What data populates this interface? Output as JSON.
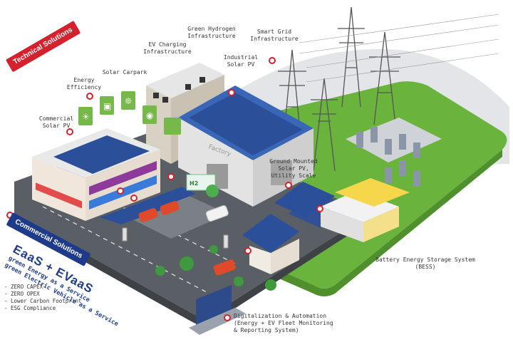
{
  "ribbons": {
    "technical": "Technical Solutions",
    "commercial": "Commercial Solutions"
  },
  "labels": {
    "commercial_solar_pv": "Commercial\nSolar PV",
    "energy_efficiency": "Energy\nEfficiency",
    "solar_carpark": "Solar Carpark",
    "ev_charging": "EV Charging\nInfrastructure",
    "green_hydrogen": "Green Hydrogen\nInfrastructure",
    "smart_grid": "Smart Grid\nInfrastructure",
    "industrial_solar": "Industrial\nSolar PV",
    "ground_mounted": "Ground Mounted\nSolar PV,\nUtility Scale",
    "bess": "Battery Energy Storage System\n(BESS)",
    "digitalization": "Digitalization & Automation\n(Energy + EV Fleet Monitoring\n& Reporting System)"
  },
  "building_signs": {
    "factory": "Factory",
    "h2": "H2"
  },
  "commercial": {
    "headline": "EaaS + EVaaS",
    "line1": "green Energy as a Service",
    "line2": "green Electric Vehicle as a Service",
    "bullets": [
      "- ZERO CAPEX",
      "- ZERO OPEX",
      "- Lower Carbon Footprint",
      "- ESG Compliance"
    ]
  },
  "colors": {
    "accent_red": "#d4212e",
    "accent_blue": "#1e3a8a",
    "grass": "#6ab43e",
    "road": "#5a5f66",
    "panel": "#2c4f9a"
  },
  "icons": [
    "bulb-icon",
    "lamp-icon",
    "fan-icon",
    "meter-icon",
    "solar-charge-icon",
    "pin-icon",
    "laptop-icon"
  ]
}
